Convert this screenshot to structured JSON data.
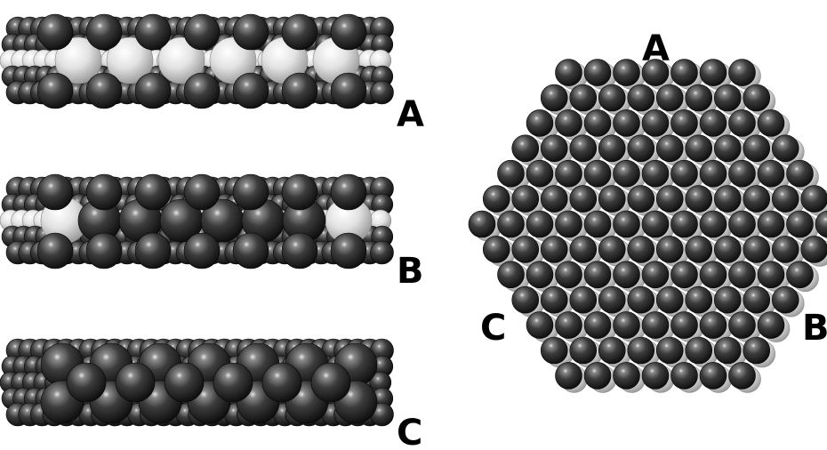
{
  "side_views": [
    {
      "label": "A",
      "middle_layer": "light"
    },
    {
      "label": "B",
      "middle_layer": "mixed"
    },
    {
      "label": "C",
      "middle_layer": "dark"
    }
  ],
  "top_view": {
    "labels": {
      "top": "A",
      "left": "C",
      "right": "B"
    },
    "shape": "hexagon"
  },
  "colors": {
    "dark_atom": "#3a3a3a",
    "light_atom": "#e6e6e6",
    "background": "#ffffff"
  }
}
